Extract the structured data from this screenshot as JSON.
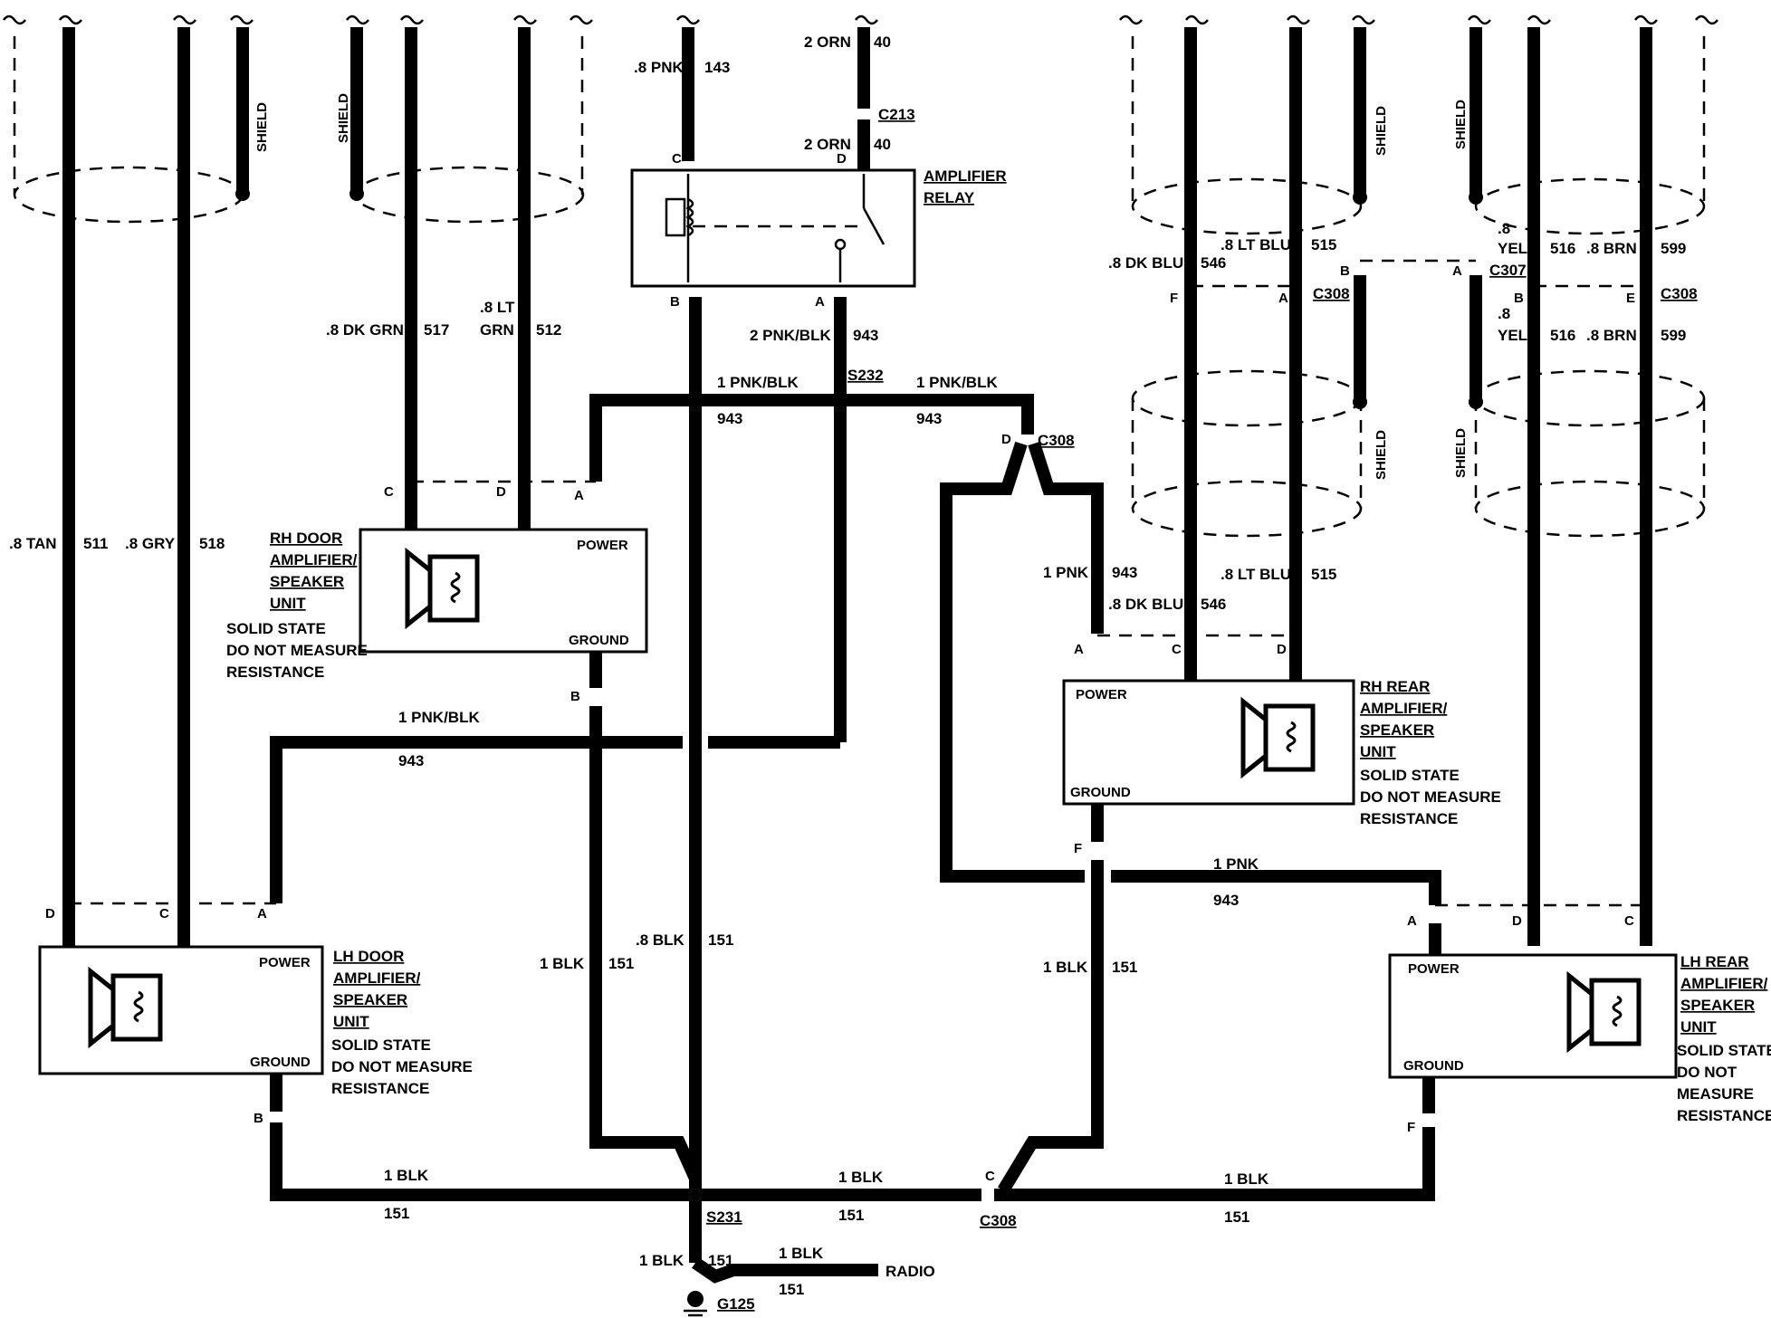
{
  "wires": {
    "tan": ".8 TAN",
    "c511": "511",
    "gry": ".8 GRY",
    "c518": "518",
    "dkgrn": ".8 DK GRN",
    "c517": "517",
    "ltgrn_a": ".8 LT",
    "ltgrn_b": "GRN",
    "c512": "512",
    "pnk08": ".8 PNK",
    "c143": "143",
    "orn_top": "2 ORN",
    "c40_top": "40",
    "orn_bot": "2 ORN",
    "c40_bot": "40",
    "pnkblk_relay": "2 PNK/BLK",
    "c943_relay": "943",
    "pnkblk_left": "1 PNK/BLK",
    "c943_left": "943",
    "pnkblk_right": "1 PNK/BLK",
    "c943_right": "943",
    "pnkblk_lower": "1 PNK/BLK",
    "c943_lower": "943",
    "pnk_rr": "1 PNK",
    "c943_rr": "943",
    "pnk_lr": "1 PNK",
    "c943_lr": "943",
    "dkblu_top": ".8 DK BLU",
    "c546_top": "546",
    "ltblu_top": ".8 LT BLU",
    "c515_top": "515",
    "dkblu_bot": ".8 DK BLU",
    "c546_bot": "546",
    "ltblu_bot": ".8 LT BLU",
    "c515_bot": "515",
    "yel_top_a": ".8",
    "yel_top_b": "YEL",
    "c516_top": "516",
    "brn_top": ".8 BRN",
    "c599_top": "599",
    "yel_bot_a": ".8",
    "yel_bot_b": "YEL",
    "c516_bot": "516",
    "brn_bot": ".8 BRN",
    "c599_bot": "599",
    "blk_rh": "1 BLK",
    "c151_rh": "151",
    "blk08": ".8 BLK",
    "c151_08": "151",
    "blk_rr": "1 BLK",
    "c151_rr": "151",
    "blk_bl": "1 BLK",
    "c151_bl": "151",
    "blk_bm": "1 BLK",
    "c151_bm": "151",
    "blk_br": "1 BLK",
    "c151_br": "151",
    "blk_g": "1 BLK",
    "c151_g": "151",
    "blk_radio": "1 BLK",
    "c151_radio": "151"
  },
  "connectors": {
    "c213": "C213",
    "s232": "S232",
    "c308_mid": "C308",
    "c307": "C307",
    "c308_a": "C308",
    "c308_b": "C308",
    "c308_bot": "C308",
    "s231": "S231",
    "g125": "G125"
  },
  "pins": {
    "A": "A",
    "B": "B",
    "C": "C",
    "D": "D",
    "E": "E",
    "F": "F"
  },
  "shield": "SHIELD",
  "relay": {
    "line1": "AMPLIFIER",
    "line2": "RELAY"
  },
  "radio": "RADIO",
  "box_labels": {
    "power": "POWER",
    "ground": "GROUND"
  },
  "rh_door": {
    "l1": "RH DOOR",
    "l2": "AMPLIFIER/",
    "l3": "SPEAKER",
    "l4": "UNIT",
    "l5": "SOLID STATE",
    "l6": "DO NOT MEASURE",
    "l7": "RESISTANCE"
  },
  "lh_door": {
    "l1": "LH DOOR",
    "l2": "AMPLIFIER/",
    "l3": "SPEAKER",
    "l4": "UNIT",
    "l5": "SOLID STATE",
    "l6": "DO NOT MEASURE",
    "l7": "RESISTANCE"
  },
  "rh_rear": {
    "l1": "RH REAR",
    "l2": "AMPLIFIER/",
    "l3": "SPEAKER",
    "l4": "UNIT",
    "l5": "SOLID STATE",
    "l6": "DO NOT MEASURE",
    "l7": "RESISTANCE"
  },
  "lh_rear": {
    "l1": "LH REAR",
    "l2": "AMPLIFIER/",
    "l3": "SPEAKER",
    "l4": "UNIT",
    "l5": "SOLID STATE",
    "l6": "DO NOT",
    "l7": "MEASURE",
    "l8": "RESISTANCE"
  }
}
